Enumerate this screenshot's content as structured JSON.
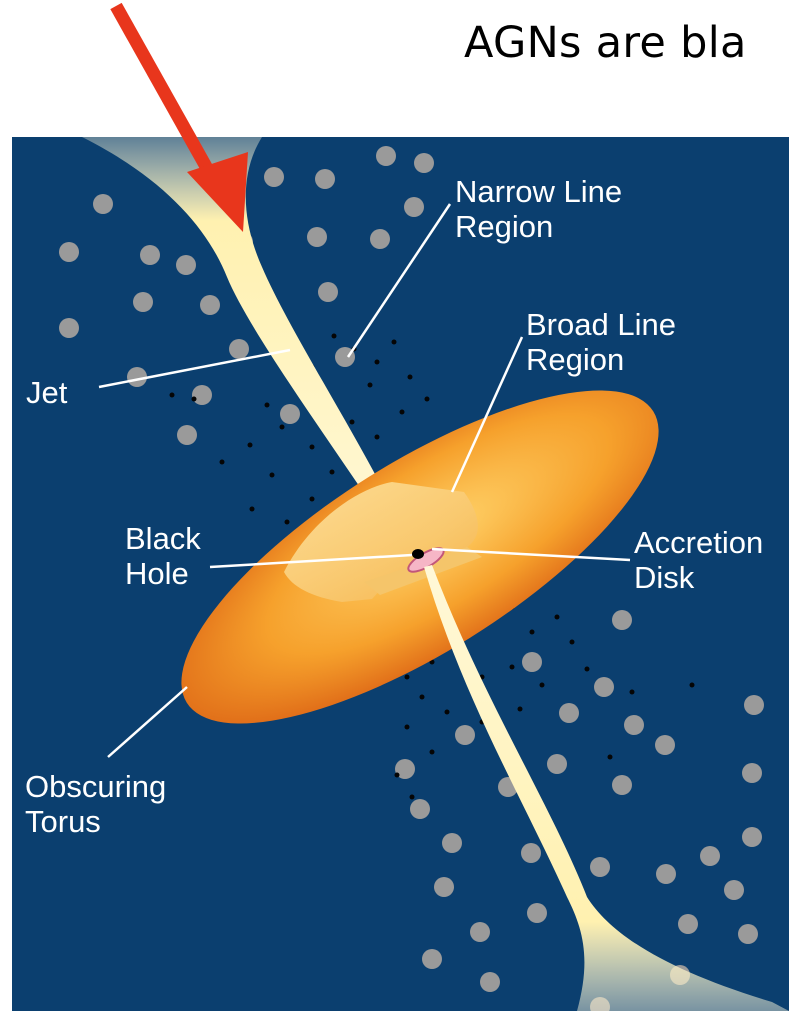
{
  "heading": "AGNs are bla",
  "labels": {
    "narrow_line_region": [
      "Narrow Line",
      "Region"
    ],
    "broad_line_region": [
      "Broad Line",
      "Region"
    ],
    "jet": "Jet",
    "black_hole": [
      "Black",
      "Hole"
    ],
    "accretion_disk": [
      "Accretion",
      "Disk"
    ],
    "obscuring_torus": [
      "Obscuring",
      "Torus"
    ]
  },
  "colors": {
    "background": "#0b3f6f",
    "pointer_arrow": "#e8361c",
    "torus": "#f0891f",
    "jet": "#fff3b8",
    "cloud": "#9a9a9a"
  }
}
